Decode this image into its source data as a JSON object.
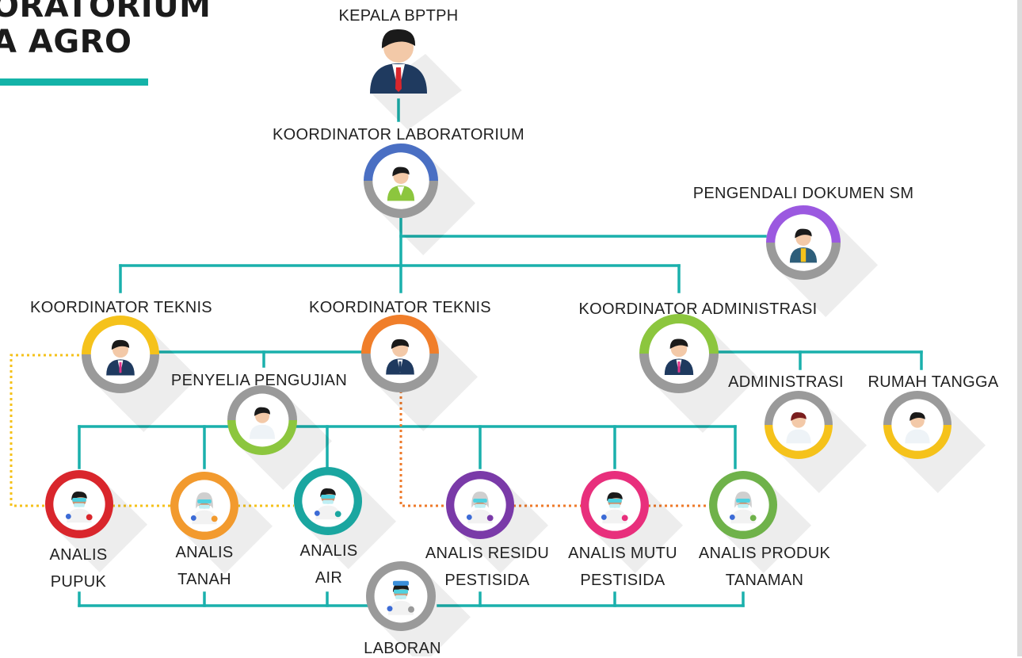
{
  "title": {
    "line1": "ORATORIUM",
    "line2": "A AGRO"
  },
  "nodes": {
    "kepala": {
      "label": "KEPALA BPTPH",
      "icon": "man-in-suit-red-tie-icon"
    },
    "koordinator_lab": {
      "label": "KOORDINATOR LABORATORIUM",
      "icon": "woman-green-vest-icon",
      "ring_top": "#4a6fc3",
      "ring_bottom": "#9a9a9a"
    },
    "pengendali": {
      "label": "PENGENDALI DOKUMEN SM",
      "icon": "woman-yellow-scarf-icon",
      "ring_top": "#9b59e0",
      "ring_bottom": "#9a9a9a"
    },
    "koor_teknis_1": {
      "label": "KOORDINATOR TEKNIS",
      "icon": "woman-in-suit-icon",
      "ring_top": "#f5c21b",
      "ring_bottom": "#9a9a9a"
    },
    "koor_teknis_2": {
      "label": "KOORDINATOR TEKNIS",
      "icon": "man-in-suit-icon",
      "ring_top": "#f07e2a",
      "ring_bottom": "#9a9a9a"
    },
    "koor_admin": {
      "label": "KOORDINATOR ADMINISTRASI",
      "icon": "woman-in-suit-pink-tie-icon",
      "ring_top": "#8cc63e",
      "ring_bottom": "#9a9a9a"
    },
    "penyelia": {
      "label": "PENYELIA PENGUJIAN",
      "icon": "scientist-man-icon",
      "ring_top": "#9a9a9a",
      "ring_bottom": "#8cc63e"
    },
    "administrasi": {
      "label": "ADMINISTRASI",
      "icon": "woman-office-icon",
      "ring_top": "#9a9a9a",
      "ring_bottom": "#f5c21b"
    },
    "rumah_tangga": {
      "label": "RUMAH TANGGA",
      "icon": "man-office-icon",
      "ring_top": "#9a9a9a",
      "ring_bottom": "#f5c21b"
    },
    "analis_pupuk": {
      "line1": "ANALIS",
      "line2": "PUPUK",
      "icon": "lab-analyst-man-icon",
      "ring_top": "#d9262c",
      "ring_bottom": "#d9262c"
    },
    "analis_tanah": {
      "line1": "ANALIS",
      "line2": "TANAH",
      "icon": "lab-analyst-woman-icon",
      "ring_top": "#f29a2e",
      "ring_bottom": "#f29a2e"
    },
    "analis_air": {
      "line1": "ANALIS",
      "line2": "AIR",
      "icon": "lab-analyst-man-icon",
      "ring_top": "#1aa6a0",
      "ring_bottom": "#1aa6a0"
    },
    "analis_residu": {
      "line1": "ANALIS RESIDU",
      "line2": "PESTISIDA",
      "icon": "lab-analyst-woman-icon",
      "ring_top": "#7a3aa8",
      "ring_bottom": "#7a3aa8"
    },
    "analis_mutu": {
      "line1": "ANALIS MUTU",
      "line2": "PESTISIDA",
      "icon": "lab-analyst-man-icon",
      "ring_top": "#e82f7c",
      "ring_bottom": "#e82f7c"
    },
    "analis_produk": {
      "line1": "ANALIS PRODUK",
      "line2": "TANAMAN",
      "icon": "lab-analyst-woman-icon",
      "ring_top": "#6fb24a",
      "ring_bottom": "#6fb24a"
    },
    "laboran": {
      "label": "LABORAN",
      "icon": "lab-scientist-icon",
      "ring_top": "#9a9a9a",
      "ring_bottom": "#9a9a9a"
    }
  },
  "colors": {
    "connector": "#1ab0ac",
    "dotted_yellow": "#f5c21b",
    "dotted_orange": "#ee7a2a",
    "title_underline": "#14b3a8"
  }
}
